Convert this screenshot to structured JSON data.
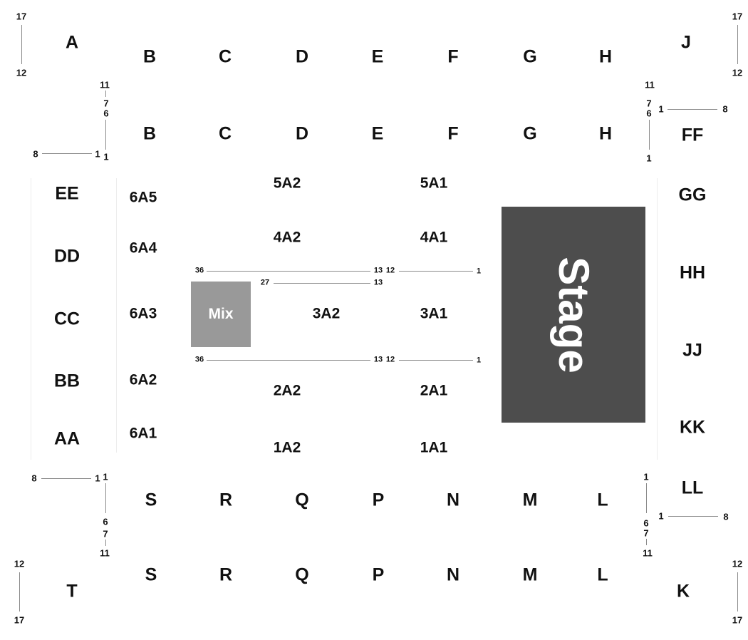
{
  "colors": {
    "stage": "#4d4d4d",
    "mix": "#999999",
    "text": "#111111",
    "row_line": "#8a8a8a"
  },
  "stage": {
    "label": "Stage"
  },
  "mix": {
    "label": "Mix"
  },
  "top_rows": {
    "upper": [
      "B",
      "C",
      "D",
      "E",
      "F",
      "G",
      "H"
    ],
    "lower": [
      "B",
      "C",
      "D",
      "E",
      "F",
      "G",
      "H"
    ]
  },
  "bottom_rows": {
    "upper": [
      "S",
      "R",
      "Q",
      "P",
      "N",
      "M",
      "L"
    ],
    "lower": [
      "S",
      "R",
      "Q",
      "P",
      "N",
      "M",
      "L"
    ]
  },
  "corners": {
    "top_left": "A",
    "top_right": "J",
    "bottom_left": "T",
    "bottom_right": "K"
  },
  "left_rows": [
    "EE",
    "DD",
    "CC",
    "BB",
    "AA"
  ],
  "right_rows": [
    "FF",
    "GG",
    "HH",
    "JJ",
    "KK",
    "LL"
  ],
  "floor_left": [
    "6A5",
    "6A4",
    "6A3",
    "6A2",
    "6A1"
  ],
  "floor_center": [
    "5A2",
    "4A2",
    "3A2",
    "2A2",
    "1A2"
  ],
  "floor_right": [
    "5A1",
    "4A1",
    "3A1",
    "2A1",
    "1A1"
  ],
  "seat_numbers": {
    "corner_top": "17",
    "corner_bottom": "12",
    "n11": "11",
    "n7": "7",
    "n6": "6",
    "n1": "1",
    "n8": "8",
    "row_end_left": "36",
    "row_mid": "13",
    "row_mid_right": "12",
    "row_end_right": "1",
    "row_short_left": "27"
  }
}
